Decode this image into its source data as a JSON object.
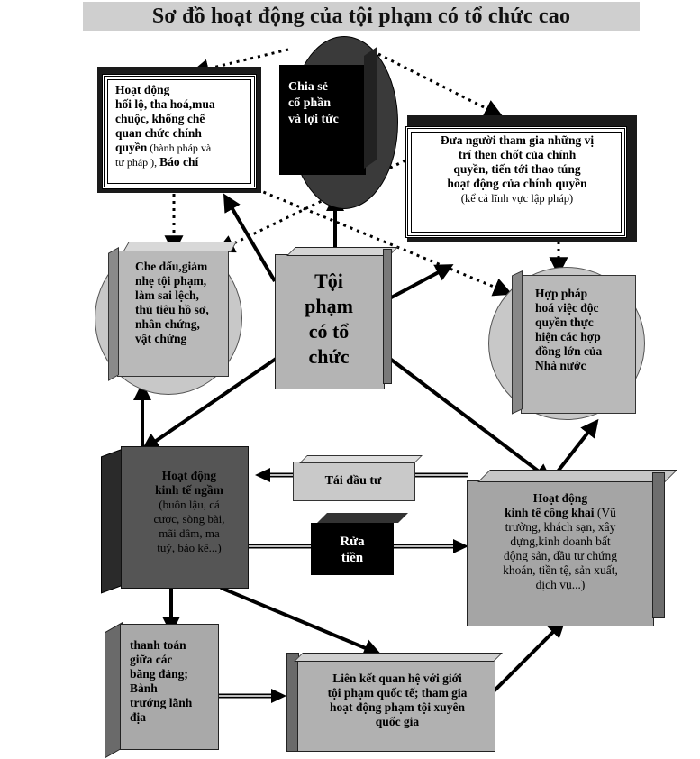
{
  "title": "Sơ đồ hoạt động của tội phạm có tổ chức cao",
  "nodes": {
    "center": {
      "text": [
        "Tội",
        "phạm",
        "có tổ",
        "chức"
      ]
    },
    "bribery": {
      "bold_lines": [
        "Hoạt động",
        "hối lộ, tha hoá,mua",
        "chuộc, khống chế",
        "quan chức chính",
        "quyền"
      ],
      "normal_suffix": " (hành pháp và",
      "normal_line": "tư pháp ), ",
      "bold_tail": "Báo chí"
    },
    "share": {
      "lines": [
        "Chia sẻ",
        "cổ phần",
        "và lợi tức"
      ]
    },
    "place_people": {
      "bold_lines": [
        "Đưa người tham gia những vị",
        "trí then chốt của chính",
        "quyền, tiến tới thao túng",
        "hoạt động của  chính quyền"
      ],
      "normal_line": "(kể cả lĩnh vực lập pháp)"
    },
    "conceal": {
      "lines": [
        "Che dấu,giảm",
        "nhẹ tội phạm,",
        "làm sai lệch,",
        "thủ tiêu hồ sơ,",
        "nhân chứng,",
        "vật chứng"
      ]
    },
    "legalize": {
      "lines": [
        "Hợp pháp",
        "hoá việc độc",
        "quyền thực",
        "hiện các hợp",
        "đồng lớn của",
        "Nhà nước"
      ]
    },
    "underground": {
      "bold_lines": [
        "Hoạt động",
        "kinh tế ngầm"
      ],
      "normal_lines": [
        "(buôn lậu,  cá",
        "cược, sòng bài,",
        "mãi dâm, ma",
        "tuý, bảo kê...)"
      ]
    },
    "reinvest": {
      "text": "Tái đầu tư"
    },
    "launder": {
      "lines": [
        "Rửa",
        "tiền"
      ]
    },
    "public": {
      "bold_lines": [
        "Hoạt động",
        "kinh tế công khai"
      ],
      "normal_first": " (Vũ",
      "normal_lines": [
        "trường,  khách sạn,  xây",
        "dựng,kinh doanh bất",
        "động sản, đầu tư chứng",
        "khoán, tiền tệ, sản xuất,",
        "dịch vụ...)"
      ]
    },
    "gangs": {
      "lines": [
        "thanh toán",
        "giữa các",
        "băng đảng;",
        "Bành",
        "trướng lãnh",
        "địa"
      ]
    },
    "intl": {
      "lines": [
        "Liên kết quan hệ với giới",
        "tội phạm quốc tế; tham gia",
        "hoạt động phạm tội xuyên",
        "quốc gia"
      ]
    }
  },
  "colors": {
    "title_bg": "#cfcfcf",
    "center_front": "#b4b4b4",
    "dark_box": "#4a4a4a",
    "medium_box": "#8c8c8c",
    "light_box": "#c4c4c4",
    "circle": "#c8c8c8",
    "black": "#000000"
  }
}
